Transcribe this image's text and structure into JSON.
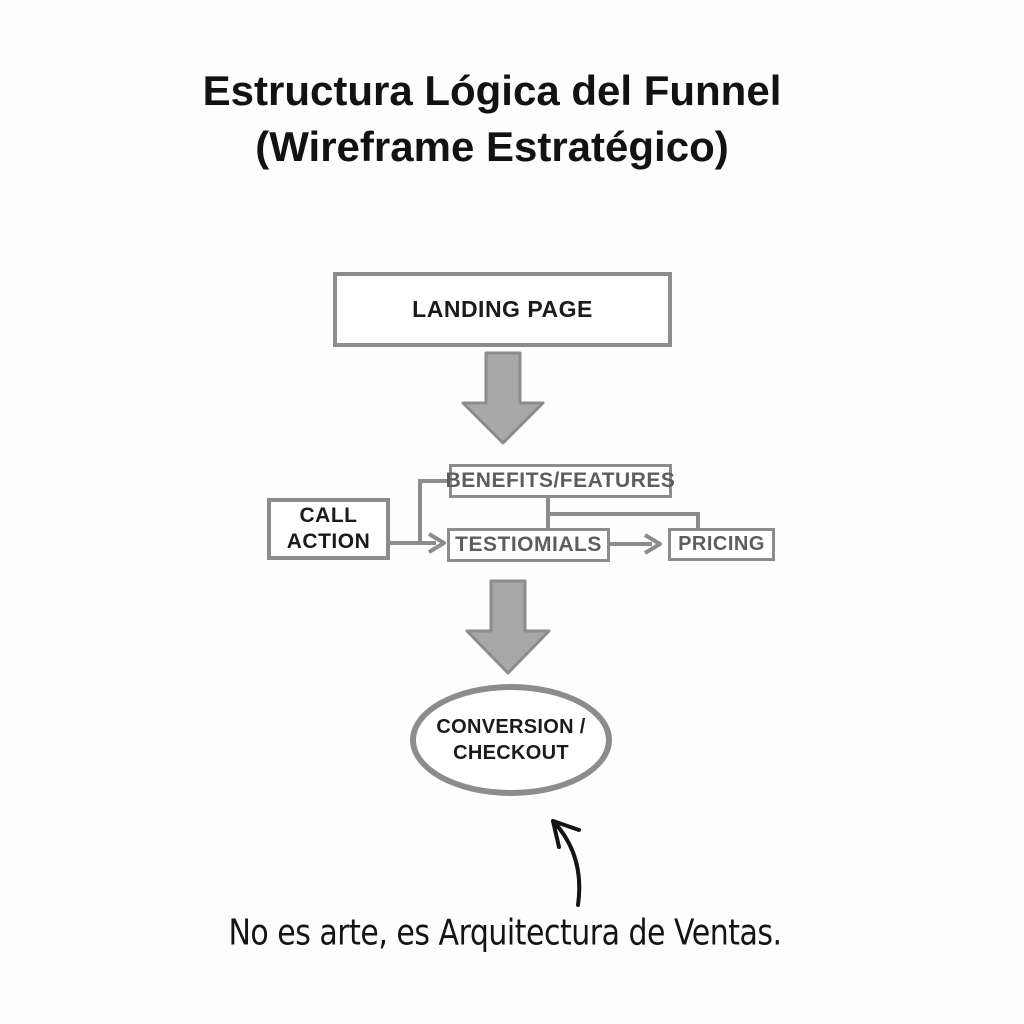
{
  "title": {
    "line1": "Estructura Lógica del Funnel",
    "line2": "(Wireframe Estratégico)"
  },
  "funnel": {
    "landing": "LANDING PAGE",
    "benefits": "BENEFITS/FEATURES",
    "call_action": "CALL\nACTION",
    "testimonials": "TESTIOMIALS",
    "pricing": "PRICING",
    "conversion": "CONVERSION /\nCHECKOUT"
  },
  "caption": "No es arte, es Arquitectura de Ventas.",
  "icons": {
    "down_arrow_1": "block-down-arrow-icon",
    "down_arrow_2": "block-down-arrow-icon",
    "curved_arrow": "hand-drawn-up-arrow-icon"
  },
  "colors": {
    "background": "#fdfdfd",
    "box_border_gray": "#8c8c8c",
    "gray_text": "#5d5d5d",
    "black_text": "#1b1b1b",
    "arrow_fill": "#a8a8a8",
    "ink_black": "#141414"
  }
}
